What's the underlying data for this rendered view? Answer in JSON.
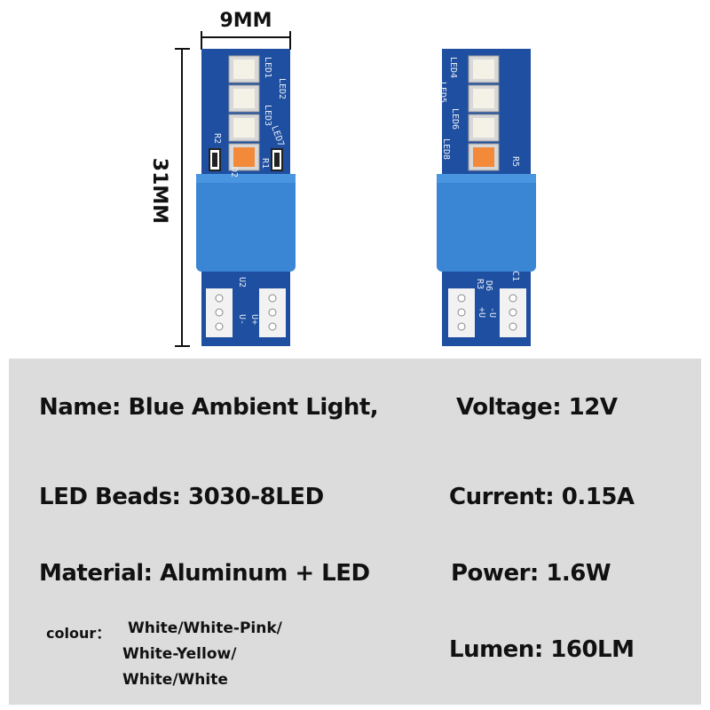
{
  "dimensions": {
    "width_label": "9MM",
    "length_label": "31MM"
  },
  "pcb_labels": {
    "front": [
      "LED1",
      "LED2",
      "LED3",
      "LED7",
      "R2",
      "R1",
      "D2",
      "U2",
      "U-",
      "U+"
    ],
    "back": [
      "LED4",
      "LED5",
      "LED6",
      "LED8",
      "R5",
      "C1",
      "R3",
      "D6",
      "+U",
      "-U"
    ]
  },
  "specs": {
    "name": "Name: Blue Ambient Light,",
    "voltage": "Voltage: 12V",
    "led_beads": "LED Beads: 3030-8LED",
    "current": "Current: 0.15A",
    "material": "Material: Aluminum + LED",
    "power": "Power: 1.6W",
    "colour_label": "colour：",
    "colour_lines": [
      "White/White-Pink/",
      "White-Yellow/",
      "White/White"
    ],
    "lumen": "Lumen: 160LM"
  },
  "colors": {
    "pcb_blue": "#1f4fa0",
    "sleeve_blue": "#3a86d4",
    "panel_gray": "#dcdcdc",
    "led_white": "#f4f1e6",
    "led_orange": "#f28a3a"
  }
}
